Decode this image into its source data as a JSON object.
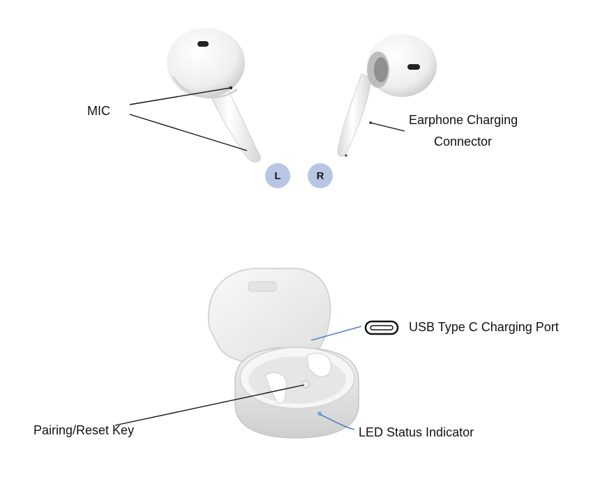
{
  "labels": {
    "mic": "MIC",
    "charging_connector_line1": "Earphone Charging",
    "charging_connector_line2": "Connector",
    "usb_port": "USB Type C Charging Port",
    "pairing_key": "Pairing/Reset Key",
    "led_indicator": "LED Status Indicator"
  },
  "badges": {
    "left": "L",
    "right": "R"
  },
  "colors": {
    "badge_fill": "#b8c6e4",
    "leader_black": "#111111",
    "leader_blue": "#3f73c2",
    "product_white": "#f4f4f4",
    "product_shadow": "#cfcfcf"
  },
  "icons": {
    "usb_port_icon": "usb-c-port-icon"
  }
}
